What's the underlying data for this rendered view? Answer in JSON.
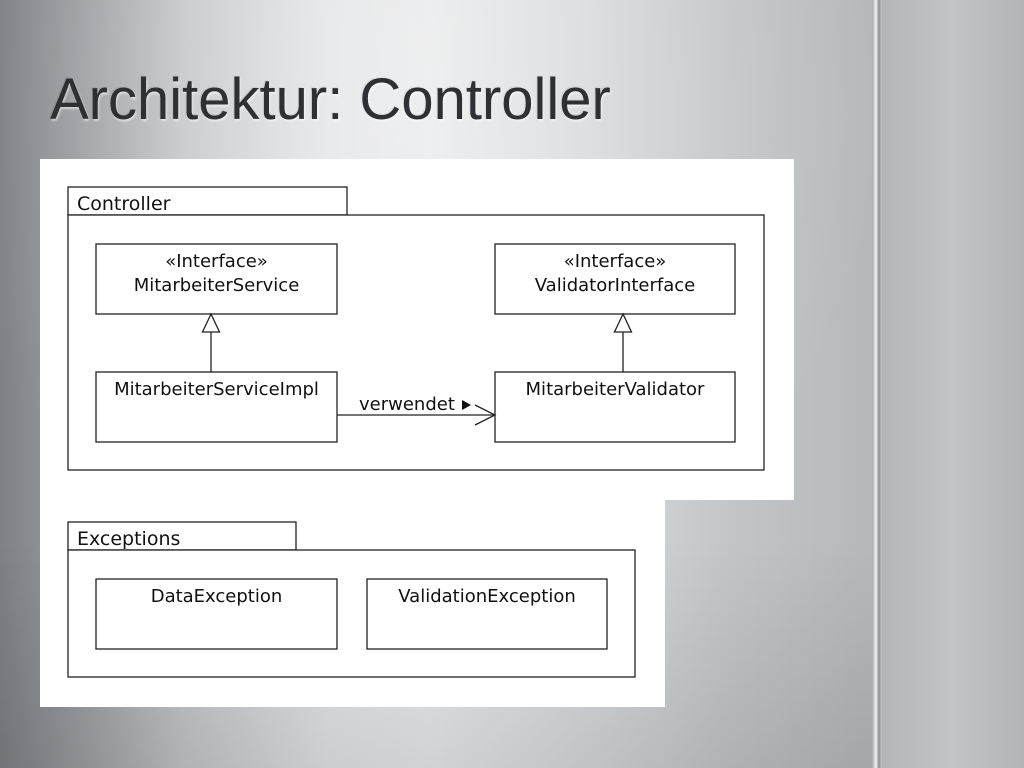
{
  "slide": {
    "title": "Architektur: Controller"
  },
  "diagram": {
    "packages": [
      {
        "name": "Controller"
      },
      {
        "name": "Exceptions"
      }
    ],
    "classes": {
      "mitarbeiter_service": {
        "stereotype": "«Interface»",
        "name": "MitarbeiterService"
      },
      "validator_interface": {
        "stereotype": "«Interface»",
        "name": "ValidatorInterface"
      },
      "mitarbeiter_service_impl": {
        "name": "MitarbeiterServiceImpl"
      },
      "mitarbeiter_validator": {
        "name": "MitarbeiterValidator"
      },
      "data_exception": {
        "name": "DataException"
      },
      "validation_exception": {
        "name": "ValidationException"
      }
    },
    "relations": {
      "uses_label": "verwendet"
    }
  }
}
